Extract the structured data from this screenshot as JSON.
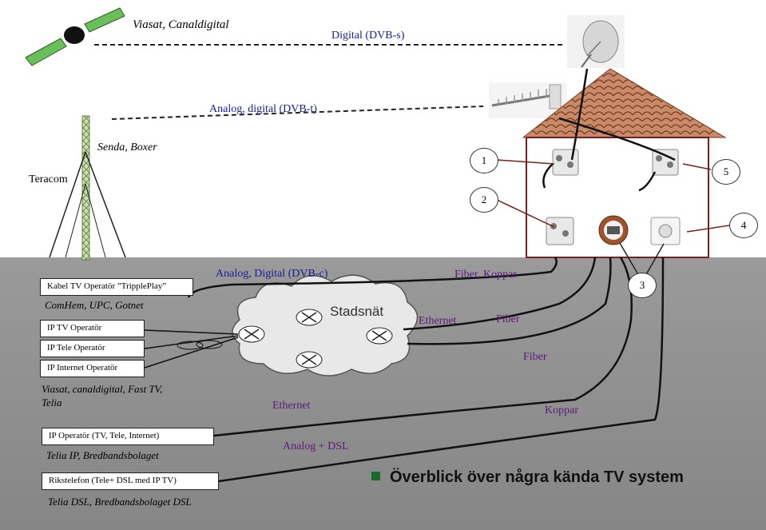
{
  "sky": {
    "satellite_label": "Viasat, Canaldigital",
    "dvbs_label": "Digital (DVB-s)",
    "dvbt_label": "Analog, digital (DVB-t)",
    "tower_operator": "Senda, Boxer",
    "tower_owner": "Teracom"
  },
  "house": {
    "callouts": [
      "1",
      "2",
      "3",
      "4",
      "5"
    ]
  },
  "ground": {
    "cable_box": "Kabel TV Operatör ”TripplePlay”",
    "cable_names": "ComHem, UPC, Gotnet",
    "iptv_box": "IP TV Operatör",
    "iptele_box": "IP Tele Operatör",
    "ipinternet_box": "IP Internet Operatör",
    "ip_names_line1": "Viasat, canaldigital, Fast TV,",
    "ip_names_line2": "Telia",
    "ipall_box": "IP  Operatör (TV, Tele, Internet)",
    "ipall_names": "Telia IP, Bredbandsbolaget",
    "riks_box": "Rikstelefon  (Tele+ DSL med IP TV)",
    "riks_names": "Telia DSL, Bredbandsbolaget DSL",
    "dvbc_label": "Analog, Digital (DVB-c)",
    "stadsnat_label": "Stadsnät",
    "ethernet_label_1": "Ethernet",
    "ethernet_label_2": "Ethernet",
    "fiber_koppar_label": "Fiber, Koppar",
    "fiber_label_1": "Fiber",
    "fiber_label_2": "Fiber",
    "koppar_label": "Koppar",
    "analog_dsl_label": "Analog + DSL",
    "title": "Överblick över några kända TV system"
  },
  "colors": {
    "ground": "#8c8c8c",
    "roof": "#a05a3a",
    "house_wall": "#ffffff",
    "house_edge": "#7a1f1f",
    "satellite_panel": "#5aa84a",
    "label_blue": "#1a1a9a",
    "label_purple": "#5a1a7a",
    "title_bullet": "#1a6b2a"
  }
}
